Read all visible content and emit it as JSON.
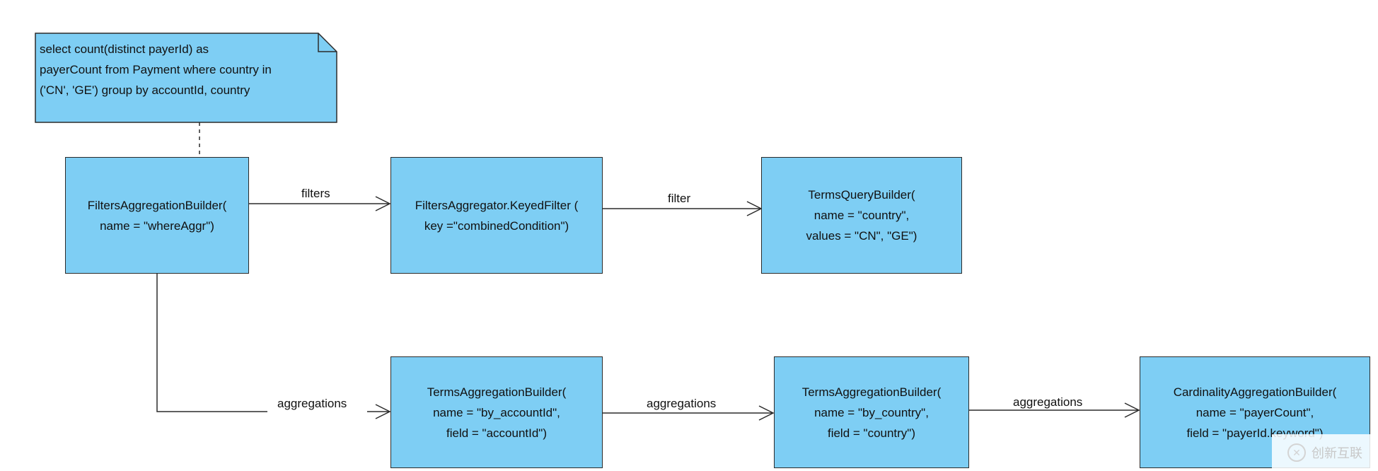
{
  "note": {
    "lines": [
      "select count(distinct payerId) as",
      "payerCount from Payment where country in",
      "('CN', 'GE') group by accountId, country"
    ]
  },
  "nodes": {
    "filters_aggregation_builder": {
      "lines": [
        "FiltersAggregationBuilder(",
        "name = \"whereAggr\")"
      ]
    },
    "keyed_filter": {
      "lines": [
        "FiltersAggregator.KeyedFilter (",
        "key =\"combinedCondition\")"
      ]
    },
    "terms_query_builder": {
      "lines": [
        "TermsQueryBuilder(",
        "name = \"country\",",
        "values = \"CN\", \"GE\")"
      ]
    },
    "terms_aggregation_account": {
      "lines": [
        "TermsAggregationBuilder(",
        "name = \"by_accountId\",",
        "field = \"accountId\")"
      ]
    },
    "terms_aggregation_country": {
      "lines": [
        "TermsAggregationBuilder(",
        "name = \"by_country\",",
        "field = \"country\")"
      ]
    },
    "cardinality_aggregation": {
      "lines": [
        "CardinalityAggregationBuilder(",
        "name = \"payerCount\",",
        "field = \"payerId.keyword\")"
      ]
    }
  },
  "edges": {
    "filters": "filters",
    "filter": "filter",
    "aggregations_1": "aggregations",
    "aggregations_2": "aggregations",
    "aggregations_3": "aggregations"
  },
  "watermark": {
    "text": "创新互联"
  },
  "colors": {
    "node_fill": "#7ecef4",
    "stroke": "#2b2b2b"
  }
}
